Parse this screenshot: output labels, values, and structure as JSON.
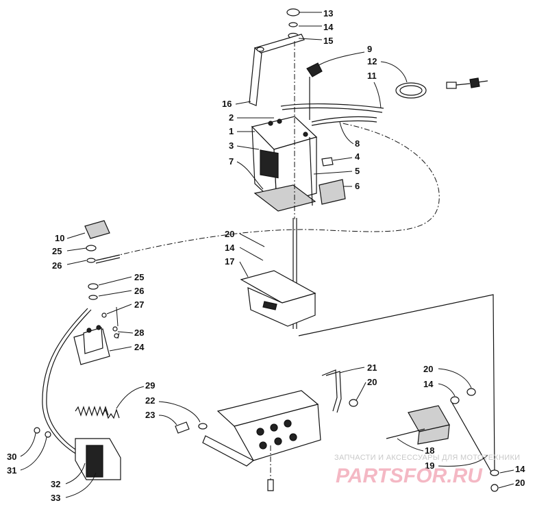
{
  "callouts": [
    "13",
    "14",
    "15",
    "9",
    "12",
    "11",
    "16",
    "2",
    "1",
    "3",
    "7",
    "8",
    "4",
    "5",
    "6",
    "10",
    "25",
    "26",
    "20",
    "14",
    "17",
    "25",
    "26",
    "27",
    "28",
    "24",
    "21",
    "20",
    "29",
    "22",
    "23",
    "20",
    "14",
    "30",
    "31",
    "32",
    "33",
    "18",
    "19",
    "14",
    "20"
  ],
  "watermark": {
    "caption": "ЗАПЧАСТИ И АКСЕССУАРЫ ДЛЯ МОТОТЕХНИКИ",
    "logo": "PARTSFOR.RU"
  }
}
